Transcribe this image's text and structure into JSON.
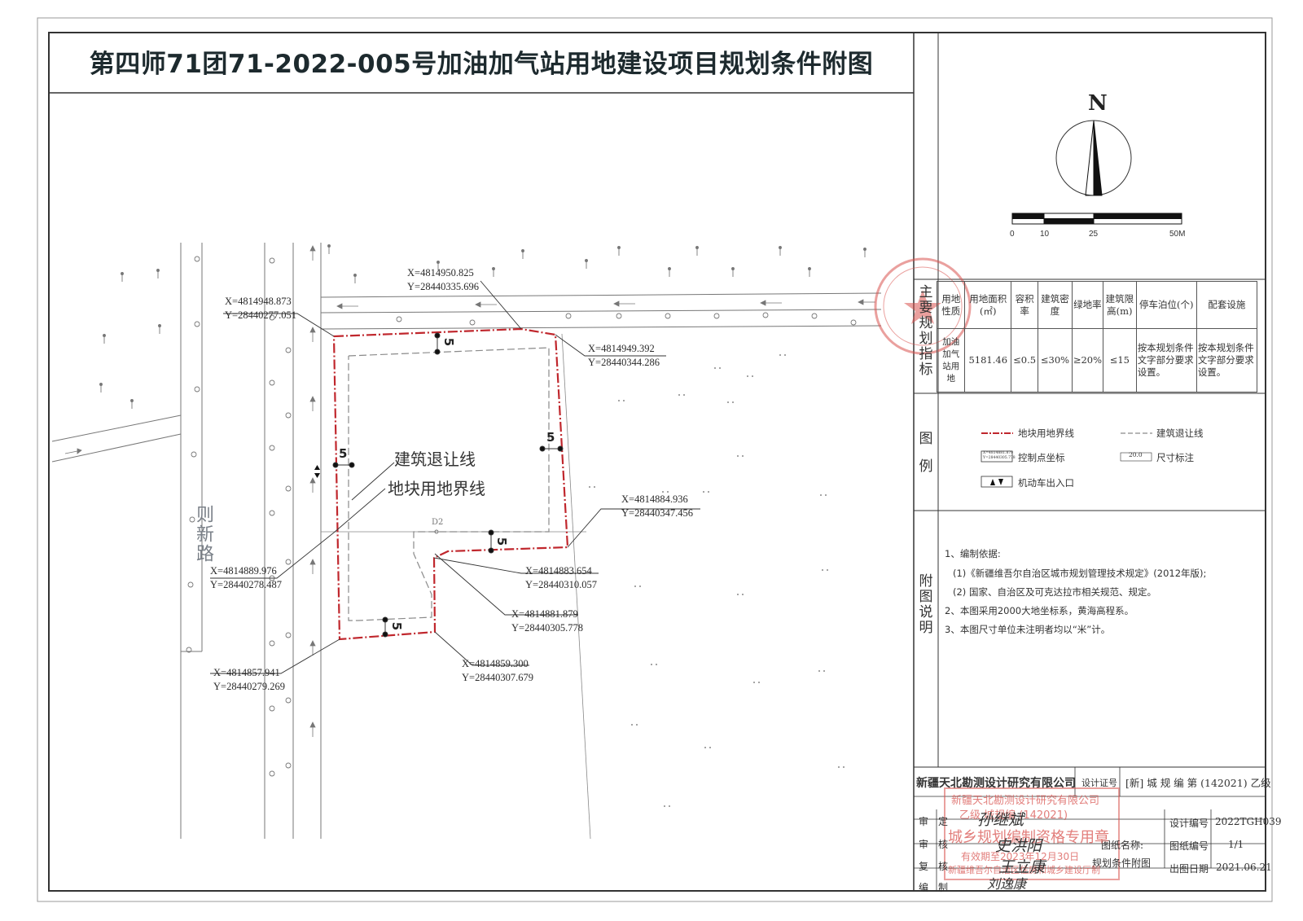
{
  "title": "第四师71团71-2022-005号加油加气站用地建设项目规划条件附图",
  "map": {
    "road_name": "则新路",
    "label_setback": "建筑退让线",
    "label_boundary": "地块用地界线",
    "dim_value": "5",
    "point_label_d2": "D2",
    "coords": [
      {
        "x": "X=4814948.873",
        "y": "Y=28440277.051"
      },
      {
        "x": "X=4814950.825",
        "y": "Y=28440335.696"
      },
      {
        "x": "X=4814949.392",
        "y": "Y=28440344.286"
      },
      {
        "x": "X=4814884.936",
        "y": "Y=28440347.456"
      },
      {
        "x": "X=4814883.654",
        "y": "Y=28440310.057"
      },
      {
        "x": "X=4814881.879",
        "y": "Y=28440305.778"
      },
      {
        "x": "X=4814859.300",
        "y": "Y=28440307.679"
      },
      {
        "x": "X=4814889.976",
        "y": "Y=28440278.487"
      },
      {
        "x": "X=4814857.941",
        "y": "Y=28440279.269"
      }
    ]
  },
  "compass": {
    "north": "N",
    "scale_ticks": [
      "0",
      "10",
      "25",
      "50M"
    ]
  },
  "indicators": {
    "section_title": "主要规划指标",
    "headers": [
      "用地性质",
      "用地面积(㎡)",
      "容积率",
      "建筑密度",
      "绿地率",
      "建筑限高(m)",
      "停车泊位(个)",
      "配套设施"
    ],
    "values": [
      "加油加气站用地",
      "5181.46",
      "≤0.5",
      "≤30%",
      "≥20%",
      "≤15",
      "按本规划条件文字部分要求设置。",
      "按本规划条件文字部分要求设置。"
    ]
  },
  "legend": {
    "section_title": "图例",
    "items": [
      "地块用地界线",
      "建筑退让线",
      "控制点坐标",
      "尺寸标注",
      "机动车出入口"
    ],
    "sample_coord_x": "X=4814881.879",
    "sample_coord_y": "Y=28440305.778",
    "sample_dim": "20.0"
  },
  "notes": {
    "section_title": "附图说明",
    "lines": [
      "1、编制依据:",
      "(1)《新疆维吾尔自治区城市规划管理技术规定》(2012年版);",
      "(2) 国家、自治区及可克达拉市相关规范、规定。",
      "2、本图采用2000大地坐标系，黄海高程系。",
      "3、本图尺寸单位未注明者均以“米”计。"
    ]
  },
  "title_block": {
    "company": "新疆天北勘测设计研究有限公司",
    "cert_label": "设计证号",
    "cert_value": "[新] 城 规 编 第 (142021) 乙级",
    "roles": [
      "审　定",
      "审　核",
      "复　核",
      "编　制"
    ],
    "drawing_name_label": "图纸名称:",
    "drawing_name_value": "规划条件附图",
    "design_no_label": "设计编号",
    "design_no_value": "2022TGH039",
    "sheet_no_label": "图纸编号",
    "sheet_no_value": "1/1",
    "date_label": "出图日期",
    "date_value": "2021.06.21"
  },
  "stamp": {
    "line1": "新疆天北勘测设计研究有限公司",
    "line2": "乙级 城规编 (142021)",
    "line3": "城乡规划编制资格专用章",
    "line4": "有效期至2023年12月30日",
    "line5": "新疆维吾尔自治区住房和城乡建设厅制"
  },
  "signatures": [
    "孙继斌",
    "史洪阳",
    "王立康",
    "刘逸康"
  ],
  "colors": {
    "boundary": "#c0272d",
    "setback": "#8a8a8a",
    "stamp": "#d9534f",
    "line": "#333333"
  }
}
